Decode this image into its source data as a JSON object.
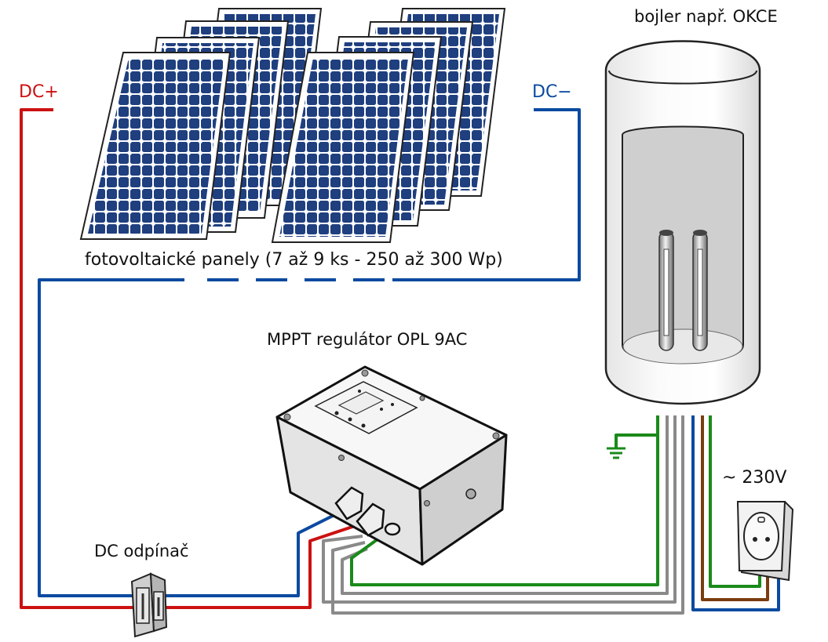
{
  "labels": {
    "dc_plus": "DC+",
    "dc_minus": "DC−",
    "panels": "fotovoltaické panely (7 až 9 ks - 250 až 300 Wp)",
    "boiler": "bojler např. OKCE",
    "regulator": "MPPT regulátor OPL 9AC",
    "disconnector": "DC odpínač",
    "mains": "~ 230V"
  },
  "wire_colors": {
    "dc_plus": "#cc1111",
    "dc_minus": "#0b4aa0",
    "protective_earth": "#1a8a1a",
    "neutral": "#8a8a8a",
    "live": "#7a3d10"
  },
  "icons": [
    "solar-panel-icon",
    "boiler-icon",
    "heating-element-icon",
    "regulator-icon",
    "dc-disconnector-icon",
    "ground-symbol-icon",
    "socket-icon"
  ]
}
